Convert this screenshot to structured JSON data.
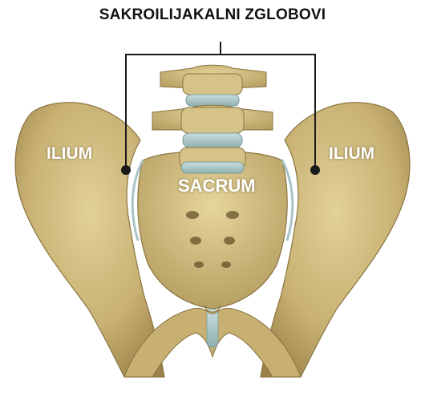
{
  "diagram": {
    "title": "SAKROILIJAKALNI ZGLOBOVI",
    "labels": {
      "ilium_left": "ILIUM",
      "ilium_right": "ILIUM",
      "sacrum": "SACRUM"
    },
    "colors": {
      "bone_light": "#d8c58a",
      "bone_mid": "#bfa86a",
      "bone_dark": "#8a7440",
      "cartilage": "#a9c4c4",
      "bracket": "#1a1a1a",
      "label_text": "#ffffff"
    }
  }
}
